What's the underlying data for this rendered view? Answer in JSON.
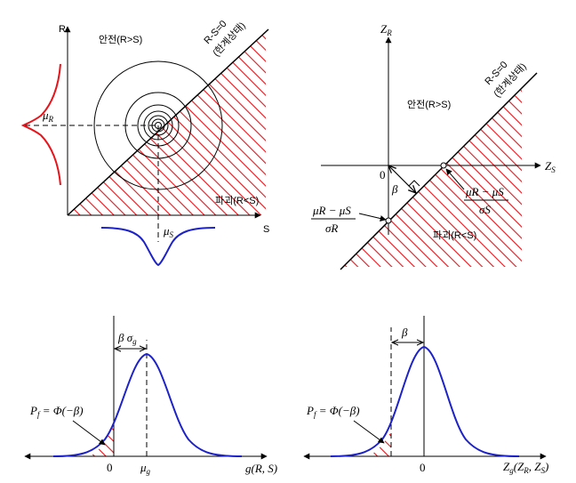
{
  "colors": {
    "hatch": "#e8141b",
    "curve_blue": "#1d22c8",
    "curve_red": "#e8141b",
    "ink": "#000000"
  },
  "panel_top_left": {
    "axis_y": "R",
    "axis_x": "S",
    "mu_r": "μ",
    "mu_r_sub": "R",
    "mu_s": "μ",
    "mu_s_sub": "S",
    "safe_label": "안전(R>S)",
    "fail_label": "파괴(R<S)",
    "limit_line": "R-S=0",
    "limit_state": "(한계상태)"
  },
  "panel_top_right": {
    "axis_y": "Z",
    "axis_y_sub": "R",
    "axis_x": "Z",
    "axis_x_sub": "S",
    "origin": "0",
    "beta": "β",
    "safe_label": "안전(R>S)",
    "fail_label": "파괴(R<S)",
    "limit_line": "R-S=0",
    "limit_state": "(한계상태)",
    "frac_s_num": "μR − μS",
    "frac_s_den": "σS",
    "frac_r_num": "μR − μS",
    "frac_r_den": "σR"
  },
  "panel_bottom_left": {
    "axis_x": "g(R, S)",
    "zero": "0",
    "mean": "μ",
    "mean_sub": "g",
    "beta_sigma": "β σ",
    "beta_sigma_sub": "g",
    "pf": "P",
    "pf_sub": "f",
    "pf_eq": " = Φ(−β)"
  },
  "panel_bottom_right": {
    "axis_x": "Z",
    "axis_x_sub": "g",
    "axis_x_args": "(Z",
    "axis_x_arg1_sub": "R",
    "axis_x_sep": ", Z",
    "axis_x_arg2_sub": "S",
    "axis_x_close": ")",
    "zero": "0",
    "beta": "β",
    "pf": "P",
    "pf_sub": "f",
    "pf_eq": " = Φ(−β)"
  }
}
